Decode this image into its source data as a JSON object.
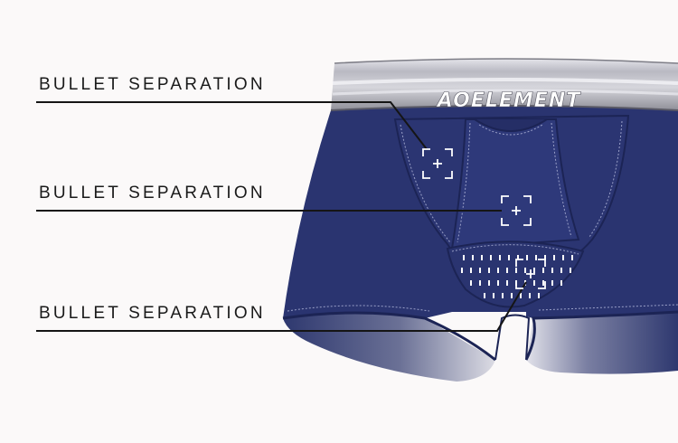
{
  "brand": {
    "waistband_text": "AOELEMENT"
  },
  "callouts": [
    {
      "label": "BULLET SEPARATION"
    },
    {
      "label": "BULLET SEPARATION"
    },
    {
      "label": "BULLET SEPARATION"
    }
  ],
  "colors": {
    "fabric": "#2a3470",
    "fabric_dark": "#1c2455",
    "waistband": "#a8a8b0",
    "background": "#fbf9f9",
    "line": "#151515",
    "stitch": "#9aa0c8"
  },
  "icons": [
    "focus-target-icon",
    "focus-target-icon",
    "focus-target-icon"
  ]
}
